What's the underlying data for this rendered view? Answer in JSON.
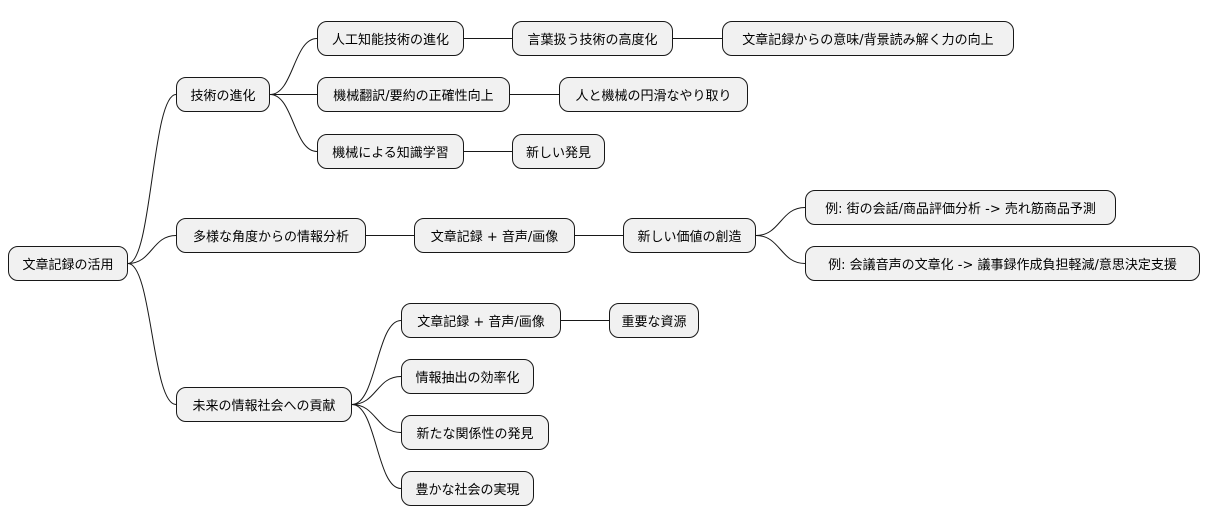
{
  "root": {
    "label": "文章記録の活用"
  },
  "branches": [
    {
      "label": "技術の進化",
      "children": [
        {
          "label": "人工知能技術の進化",
          "children": [
            {
              "label": "言葉扱う技術の高度化",
              "children": [
                {
                  "label": "文章記録からの意味/背景読み解く力の向上"
                }
              ]
            }
          ]
        },
        {
          "label": "機械翻訳/要約の正確性向上",
          "children": [
            {
              "label": "人と機械の円滑なやり取り"
            }
          ]
        },
        {
          "label": "機械による知識学習",
          "children": [
            {
              "label": "新しい発見"
            }
          ]
        }
      ]
    },
    {
      "label": "多様な角度からの情報分析",
      "children": [
        {
          "label": "文章記録 + 音声/画像",
          "children": [
            {
              "label": "新しい価値の創造",
              "children": [
                {
                  "label": "例: 街の会話/商品評価分析 -> 売れ筋商品予測"
                },
                {
                  "label": "例: 会議音声の文章化 -> 議事録作成負担軽減/意思決定支援"
                }
              ]
            }
          ]
        }
      ]
    },
    {
      "label": "未来の情報社会への貢献",
      "children": [
        {
          "label": "文章記録 + 音声/画像",
          "children": [
            {
              "label": "重要な資源"
            }
          ]
        },
        {
          "label": "情報抽出の効率化"
        },
        {
          "label": "新たな関係性の発見"
        },
        {
          "label": "豊かな社会の実現"
        }
      ]
    }
  ],
  "colors": {
    "node_fill": "#f1f1f1",
    "node_border": "#181818",
    "edge": "#181818"
  }
}
